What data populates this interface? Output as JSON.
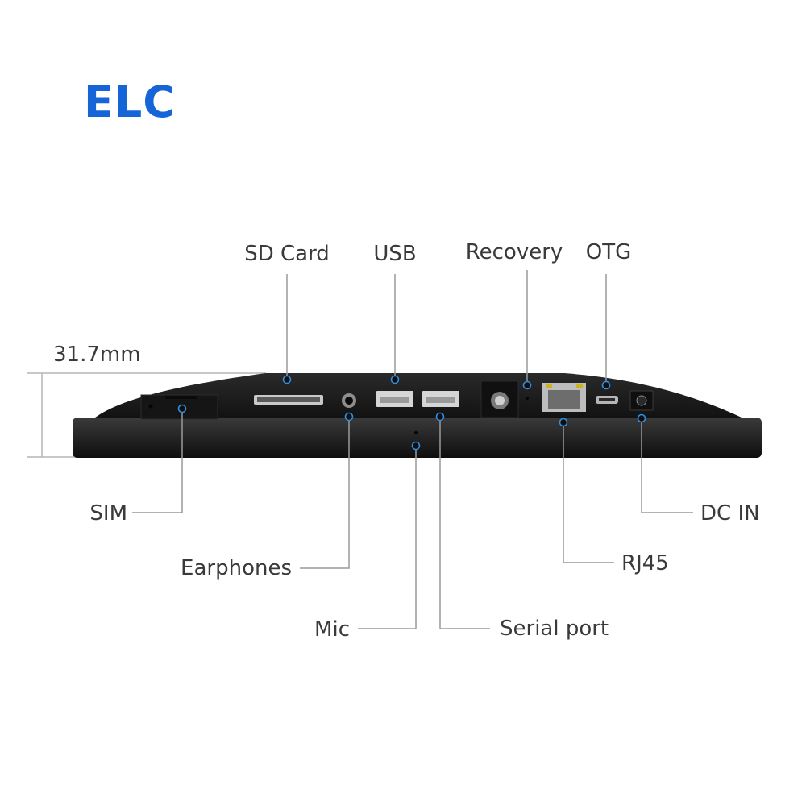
{
  "brand": {
    "logo_text": "ELC",
    "color": "#1565d8"
  },
  "dimension": {
    "height_label": "31.7mm"
  },
  "ports": {
    "sd_card": "SD Card",
    "usb": "USB",
    "recovery": "Recovery",
    "otg": "OTG",
    "sim": "SIM",
    "earphones": "Earphones",
    "mic": "Mic",
    "serial_port": "Serial port",
    "rj45": "RJ45",
    "dc_in": "DC IN"
  },
  "colors": {
    "device": "#1c1c1c",
    "marker": "#2f8fe0",
    "leader": "#9a9a9a",
    "text": "#3a3a3a"
  }
}
